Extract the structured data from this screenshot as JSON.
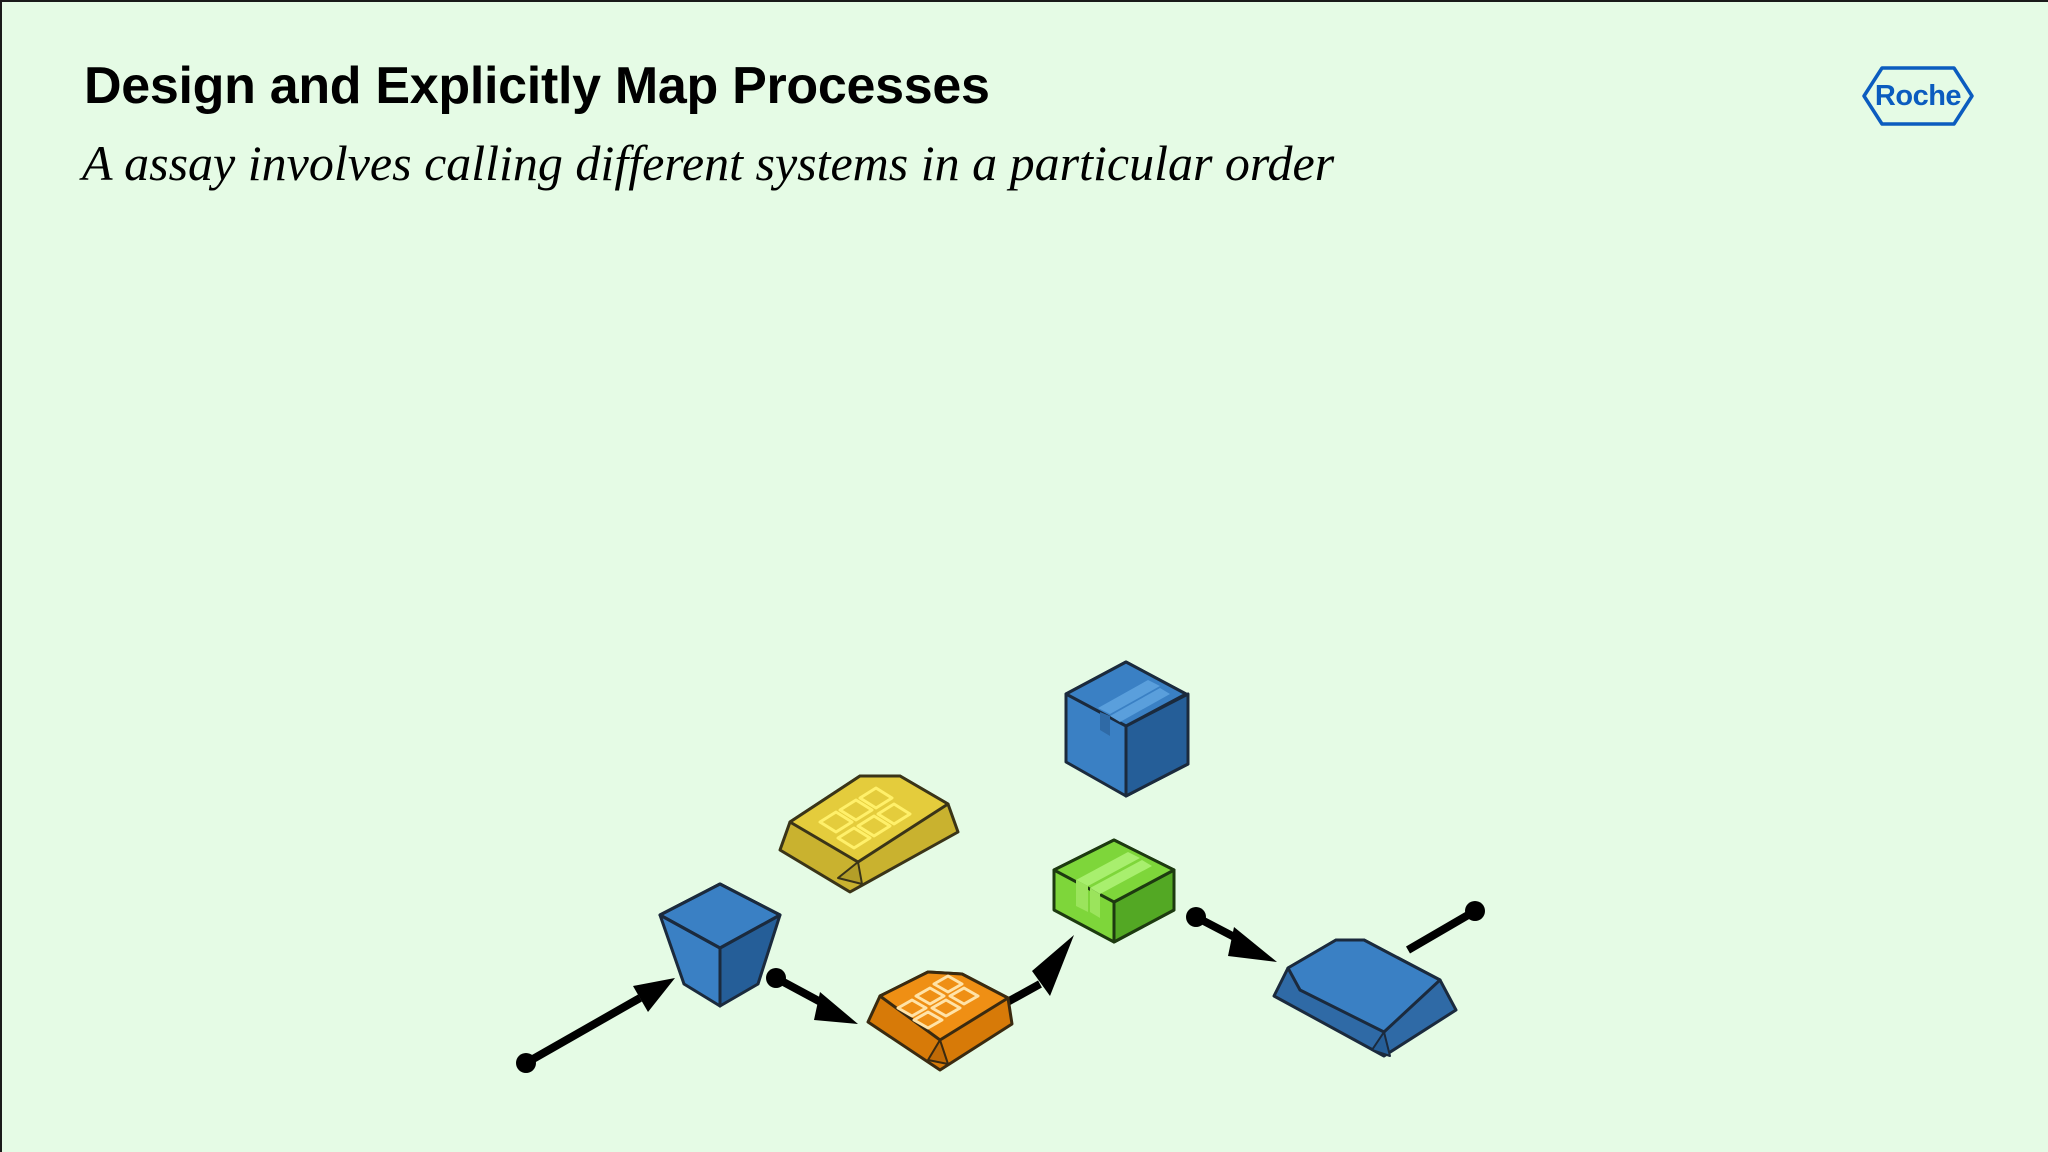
{
  "slide": {
    "title": "Design and Explicitly Map Processes",
    "subtitle": "A assay involves calling different systems in a particular order"
  },
  "logo": {
    "text": "Roche",
    "color": "#0b5cbf"
  },
  "colors": {
    "background": "#e5fbe5",
    "blue": "#3a80c4",
    "yellow": "#e4cc3c",
    "orange": "#ef8f14",
    "green": "#7ed63a",
    "connector": "#000000"
  },
  "diagram": {
    "nodes": [
      {
        "id": "start-system",
        "shape": "tapered-block",
        "color": "blue"
      },
      {
        "id": "plate-reader",
        "shape": "well-plate",
        "color": "yellow"
      },
      {
        "id": "assay-plate",
        "shape": "well-plate",
        "color": "orange"
      },
      {
        "id": "storage-box",
        "shape": "cube",
        "color": "blue"
      },
      {
        "id": "processing-module",
        "shape": "ribbed-box",
        "color": "green"
      },
      {
        "id": "end-system",
        "shape": "flat-tray",
        "color": "blue"
      }
    ]
  }
}
